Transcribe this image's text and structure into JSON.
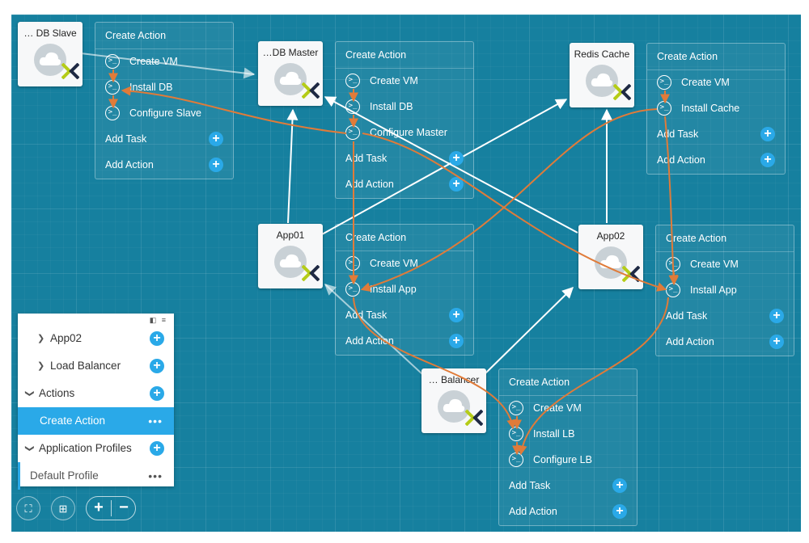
{
  "nodes": {
    "db_slave": {
      "title": "… DB Slave"
    },
    "db_master": {
      "title": "…DB Master"
    },
    "redis_cache": {
      "title": "Redis Cache"
    },
    "app01": {
      "title": "App01"
    },
    "app02": {
      "title": "App02"
    },
    "load_balancer": {
      "title": "… Balancer"
    }
  },
  "panels": {
    "db_slave": {
      "title": "Create Action",
      "tasks": [
        "Create VM",
        "Install DB",
        "Configure Slave"
      ],
      "add_task": "Add Task",
      "add_action": "Add Action"
    },
    "db_master": {
      "title": "Create Action",
      "tasks": [
        "Create VM",
        "Install DB",
        "Configure Master"
      ],
      "add_task": "Add Task",
      "add_action": "Add Action"
    },
    "redis_cache": {
      "title": "Create Action",
      "tasks": [
        "Create VM",
        "Install Cache"
      ],
      "add_task": "Add Task",
      "add_action": "Add Action"
    },
    "app01": {
      "title": "Create Action",
      "tasks": [
        "Create VM",
        "Install App"
      ],
      "add_task": "Add Task",
      "add_action": "Add Action"
    },
    "app02": {
      "title": "Create Action",
      "tasks": [
        "Create VM",
        "Install App"
      ],
      "add_task": "Add Task",
      "add_action": "Add Action"
    },
    "load_balancer": {
      "title": "Create Action",
      "tasks": [
        "Create VM",
        "Install LB",
        "Configure LB"
      ],
      "add_task": "Add Task",
      "add_action": "Add Action"
    }
  },
  "task_icon_glyph": ">_",
  "plus_glyph": "+",
  "sidebar": {
    "view_icons": "◧ ≡",
    "items": [
      {
        "label": "App02",
        "chevron": "❯"
      },
      {
        "label": "Load Balancer",
        "chevron": "❯"
      }
    ],
    "actions": {
      "label": "Actions",
      "chevron": "❯"
    },
    "create_action": {
      "label": "Create Action",
      "dots": "•••"
    },
    "profiles": {
      "label": "Application Profiles",
      "chevron": "❯"
    },
    "default_profile": {
      "label": "Default Profile",
      "dots": "•••"
    }
  },
  "toolbar": {
    "fit_icon": "⛶",
    "grid_icon": "⊞",
    "zoom_in": "+",
    "zoom_out": "−"
  },
  "icons": {
    "node_image": "cloud-icon",
    "node_logo": "nutanix-x-logo",
    "task": "terminal-icon",
    "add": "plus-circle-icon"
  },
  "colors": {
    "canvas": "#16809f",
    "flow": "#e07b39",
    "accent": "#2aa9e8",
    "edge": "#ffffff"
  }
}
